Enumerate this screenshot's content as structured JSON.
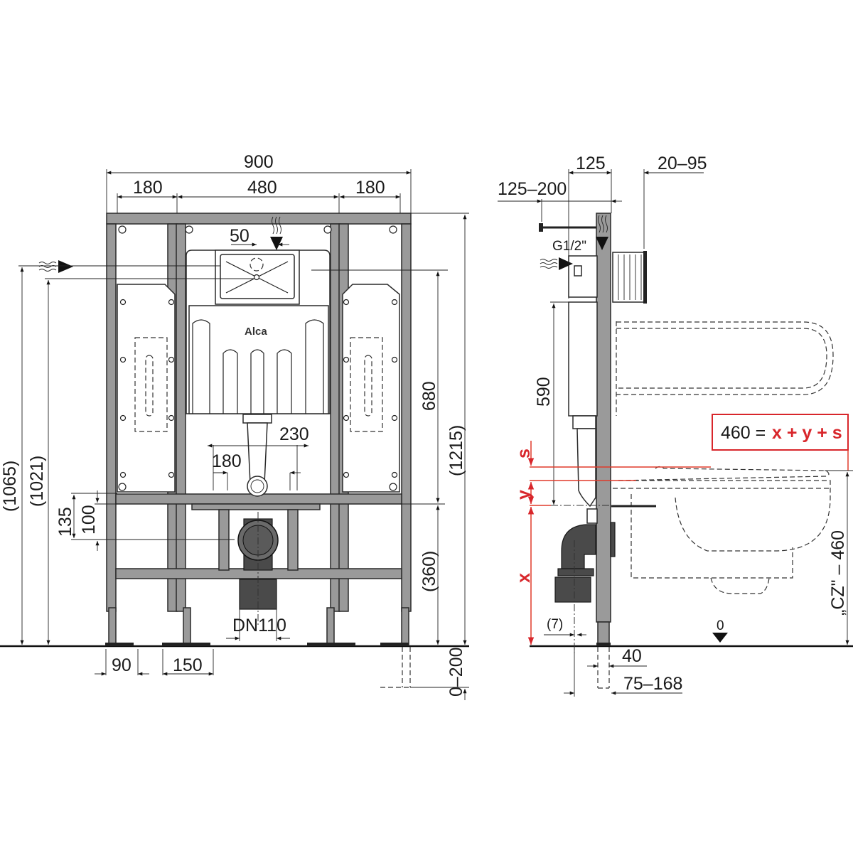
{
  "front_view": {
    "dimensions": {
      "overall_width": "900",
      "left_bay": "180",
      "center_bay": "480",
      "right_bay": "180",
      "button_offset": "50",
      "stud_spacing_outer": "230",
      "stud_spacing_inner": "180",
      "height_1065": "(1065)",
      "height_1021": "(1021)",
      "height_135": "135",
      "height_100": "100",
      "height_680": "680",
      "height_1215": "(1215)",
      "height_360": "(360)",
      "foot_90": "90",
      "foot_150": "150",
      "outlet": "DN110",
      "leg_extension": "0–200"
    },
    "brand": "Alca"
  },
  "side_view": {
    "dimensions": {
      "depth_125": "125",
      "range_125_200": "125–200",
      "range_20_95": "20–95",
      "inlet": "G1/2\"",
      "height_590": "590",
      "offset_7": "(7)",
      "width_40": "40",
      "range_75_168": "75–168",
      "floor_level": "0",
      "cz_height": "„CZ\" – 460"
    },
    "formula": {
      "lhs": "460 =",
      "rhs": "x + y + s",
      "box_color": "#d8262b"
    },
    "variables": {
      "s": "s",
      "y": "y",
      "x": "x"
    }
  },
  "colors": {
    "frame": "#9a9a9a",
    "accent_red": "#d8262b",
    "pipe": "#4a4a4a"
  }
}
